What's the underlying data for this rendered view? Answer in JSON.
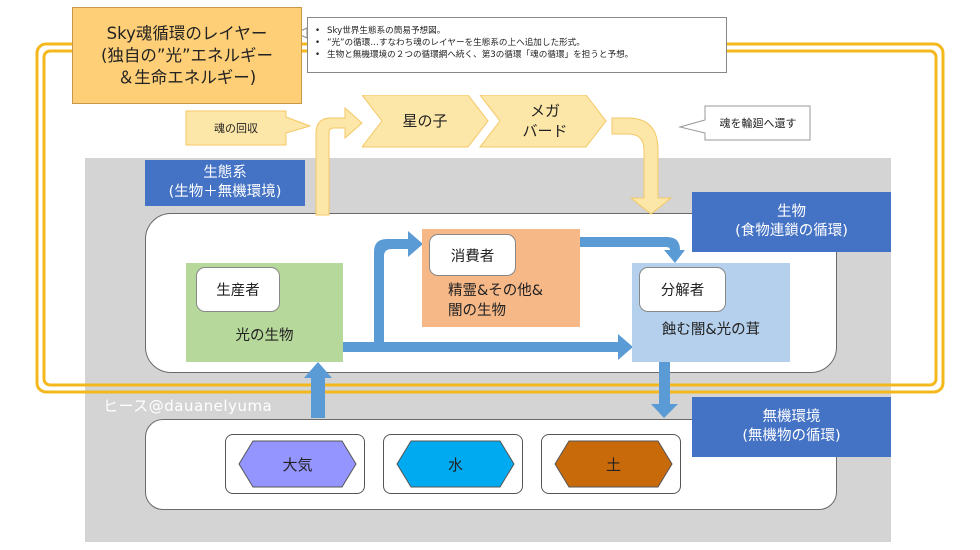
{
  "title": "Sky魂循環のレイヤー\n(独自の”光”エネルギー\n＆生命エネルギー)",
  "notes": [
    "Sky世界生態系の簡易予想図。",
    "”光”の循環…すなわち魂のレイヤーを生態系の上へ追加した形式。",
    "生物と無機環境の２つの循環網へ続く、第3の循環「魂の循環」を担うと予想。"
  ],
  "soul_recovery": "魂の回収",
  "soul_return": "魂を輪廻へ還す",
  "star_child": "星の子",
  "mega_bird": "メガ\nバード",
  "ecosystem_label": "生態系\n(生物＋無機環境)",
  "living_label": "生物\n(食物連鎖の循環)",
  "inorganic_label": "無機環境\n(無機物の循環)",
  "producer": {
    "label": "生産者",
    "text": "光の生物"
  },
  "consumer": {
    "label": "消費者",
    "text": "精霊&その他&\n闇の生物"
  },
  "decomposer": {
    "label": "分解者",
    "text": "蝕む闇&光の茸"
  },
  "elements": {
    "air": "大気",
    "water": "水",
    "soil": "土"
  },
  "watermark": "ヒース@dauanelyuma",
  "colors": {
    "soul_loop": "#f5b81c",
    "flow_arrow": "#5b9bd5",
    "light_arrow": "#fde7a8",
    "label_blue": "#4472c4",
    "producer": "#b6d89a",
    "consumer": "#f7b888",
    "decomposer": "#b5d0ec",
    "air": "#9595ff",
    "water": "#00aaf0",
    "soil": "#c86a0a"
  }
}
